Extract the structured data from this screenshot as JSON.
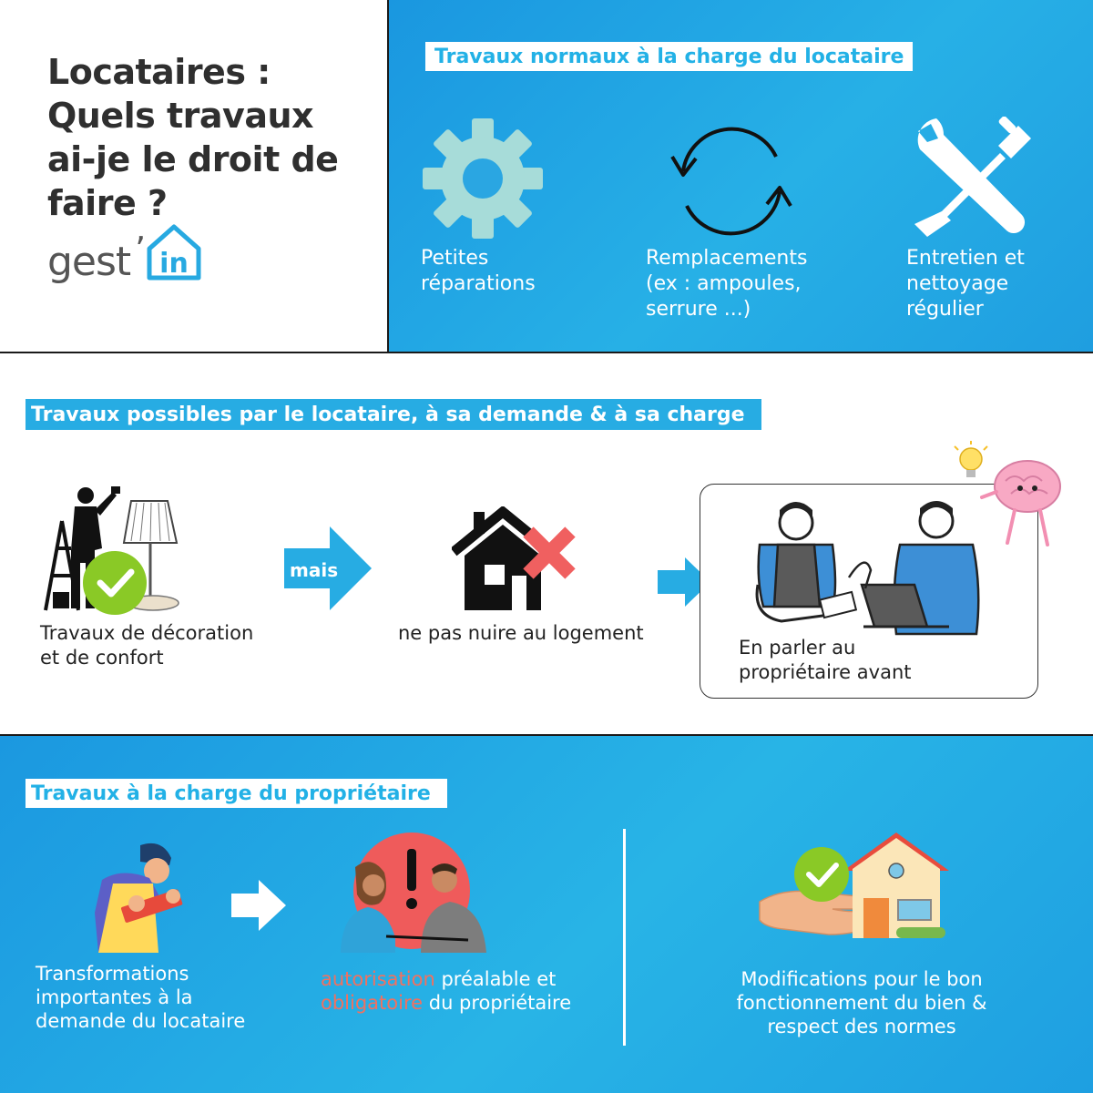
{
  "header": {
    "title_lines": [
      "Locataires :",
      "Quels travaux",
      "ai-je le droit de",
      "faire ?"
    ],
    "brand_text": "gest",
    "brand_apostrophe": "’",
    "brand_badge": "in"
  },
  "normal_works": {
    "heading": "Travaux normaux à la charge du locataire",
    "items": [
      {
        "icon": "gear-icon",
        "lines": [
          "Petites",
          "réparations"
        ]
      },
      {
        "icon": "cycle-arrows-icon",
        "lines": [
          "Remplacements",
          "(ex : ampoules,",
          "serrure ...)"
        ]
      },
      {
        "icon": "wrench-screwdriver-icon",
        "lines": [
          "Entretien et",
          "nettoyage",
          "régulier"
        ]
      }
    ]
  },
  "tenant_works": {
    "heading": "Travaux possibles par le locataire, à sa demande & à sa charge",
    "item1_lines": [
      "Travaux de décoration",
      "et de confort"
    ],
    "connector": "mais",
    "item2_text": "ne pas nuire au logement",
    "item3_lines": [
      "En parler au",
      "propriétaire avant"
    ]
  },
  "owner_works": {
    "heading": "Travaux à la charge du propriétaire",
    "item1_lines": [
      "Transformations",
      "importantes à la",
      "demande du locataire"
    ],
    "item2": {
      "line1_red": "autorisation",
      "line1_rest": " préalable et",
      "line2_red": "obligatoire",
      "line2_rest": " du propriétaire"
    },
    "item3_lines": [
      "Modifications pour le bon",
      "fonctionnement du bien &",
      "respect des normes"
    ]
  },
  "colors": {
    "accent_blue": "#27ace3",
    "gradient_dark": "#1a97e0",
    "text_dark": "#2f2f2f",
    "red_accent": "#f2705f",
    "check_green": "#8ac926"
  }
}
